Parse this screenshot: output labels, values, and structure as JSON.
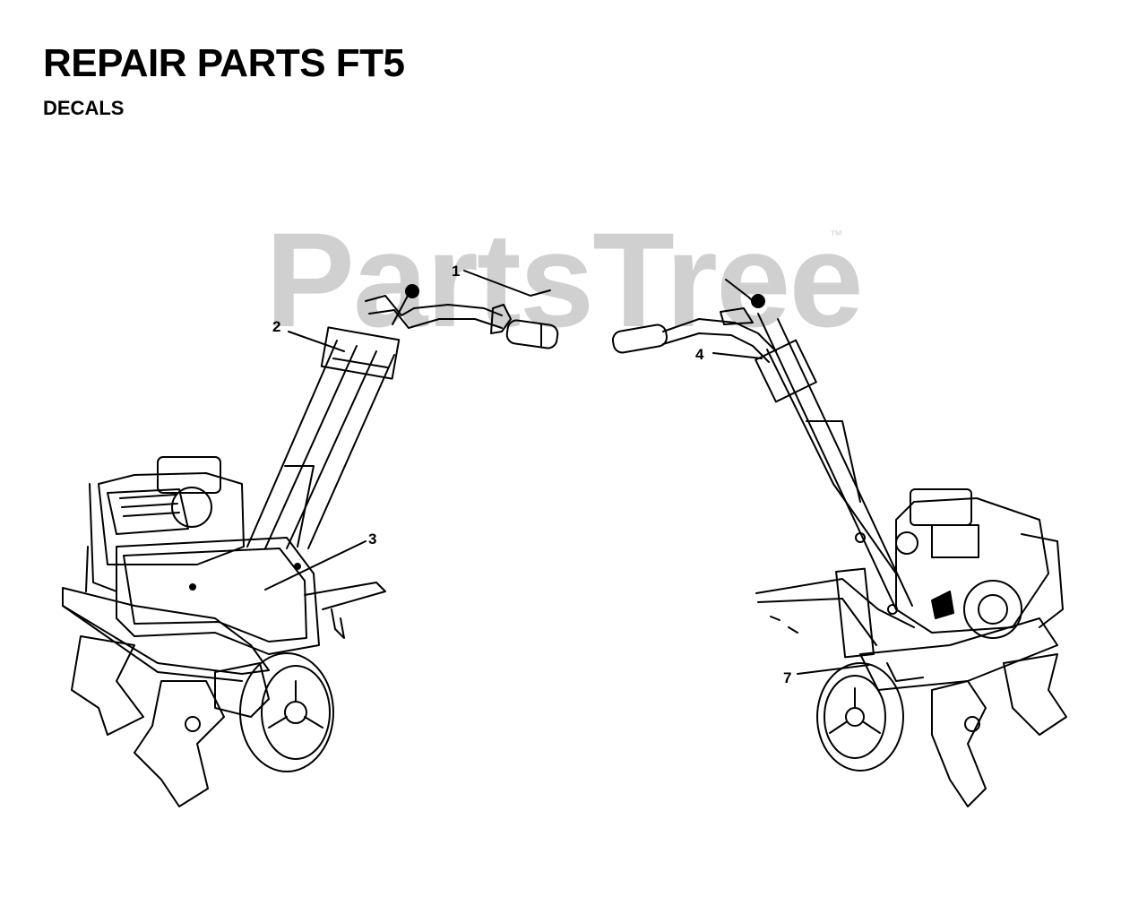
{
  "header": {
    "title": "REPAIR PARTS FT5",
    "subtitle": "DECALS"
  },
  "watermark": {
    "text": "PartsTree",
    "trademark": "™"
  },
  "callouts": [
    "1",
    "2",
    "3",
    "4",
    "7"
  ]
}
